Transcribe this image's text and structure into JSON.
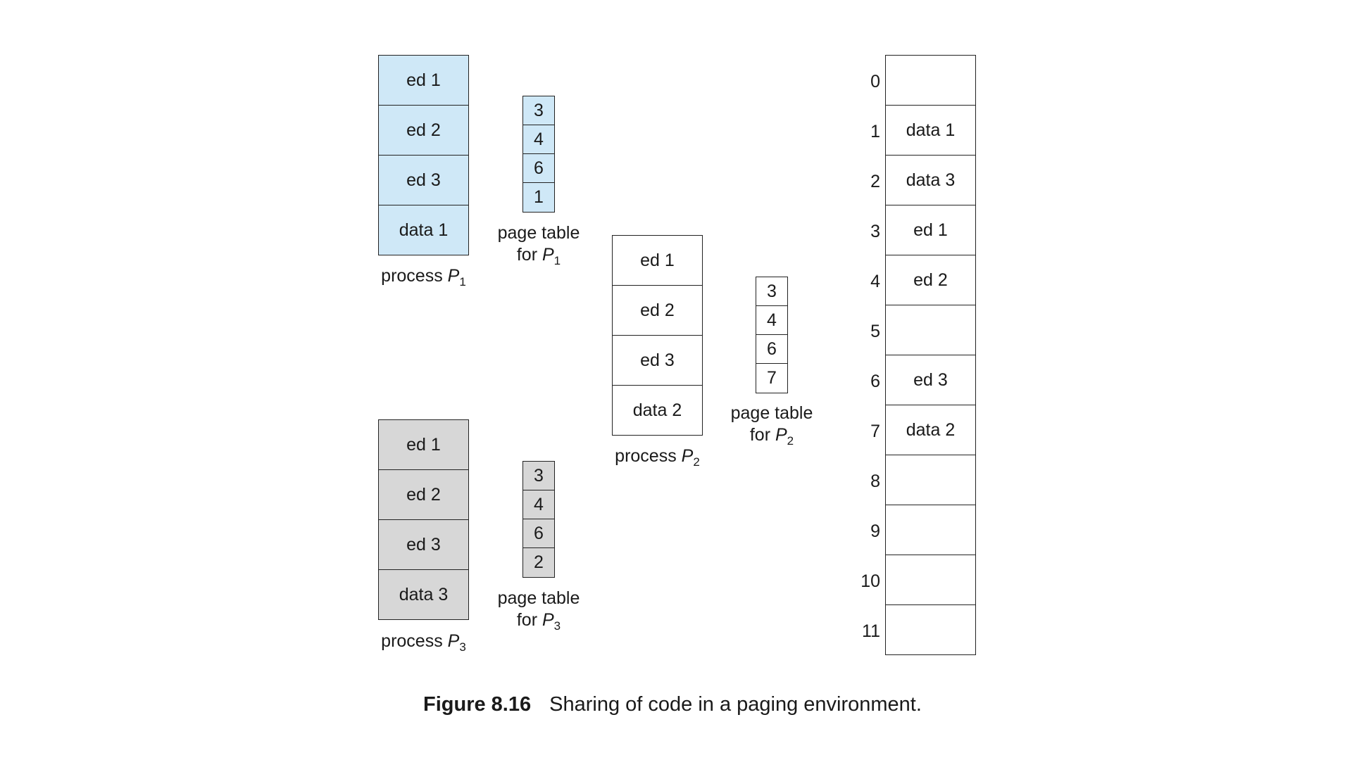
{
  "colors": {
    "p1": "#cfe8f7",
    "p2": "#ffffff",
    "p3": "#d7d7d7",
    "line": "#222222"
  },
  "p1": {
    "pages": [
      "ed 1",
      "ed 2",
      "ed 3",
      "data 1"
    ],
    "table": [
      "3",
      "4",
      "6",
      "1"
    ],
    "label_pre": "process",
    "label_var": "P",
    "label_sub": "1",
    "table_label_line1": "page table",
    "table_label_pre": "for",
    "table_label_var": "P",
    "table_label_sub": "1"
  },
  "p2": {
    "pages": [
      "ed 1",
      "ed 2",
      "ed 3",
      "data 2"
    ],
    "table": [
      "3",
      "4",
      "6",
      "7"
    ],
    "label_pre": "process",
    "label_var": "P",
    "label_sub": "2",
    "table_label_line1": "page table",
    "table_label_pre": "for",
    "table_label_var": "P",
    "table_label_sub": "2"
  },
  "p3": {
    "pages": [
      "ed 1",
      "ed 2",
      "ed 3",
      "data 3"
    ],
    "table": [
      "3",
      "4",
      "6",
      "2"
    ],
    "label_pre": "process",
    "label_var": "P",
    "label_sub": "3",
    "table_label_line1": "page table",
    "table_label_pre": "for",
    "table_label_var": "P",
    "table_label_sub": "3"
  },
  "memory": {
    "frames": [
      {
        "num": "0",
        "content": ""
      },
      {
        "num": "1",
        "content": "data 1"
      },
      {
        "num": "2",
        "content": "data 3"
      },
      {
        "num": "3",
        "content": "ed 1"
      },
      {
        "num": "4",
        "content": "ed 2"
      },
      {
        "num": "5",
        "content": ""
      },
      {
        "num": "6",
        "content": "ed 3"
      },
      {
        "num": "7",
        "content": "data 2"
      },
      {
        "num": "8",
        "content": ""
      },
      {
        "num": "9",
        "content": ""
      },
      {
        "num": "10",
        "content": ""
      },
      {
        "num": "11",
        "content": ""
      }
    ]
  },
  "caption": {
    "figure": "Figure 8.16",
    "text": "Sharing of code in a paging environment."
  }
}
